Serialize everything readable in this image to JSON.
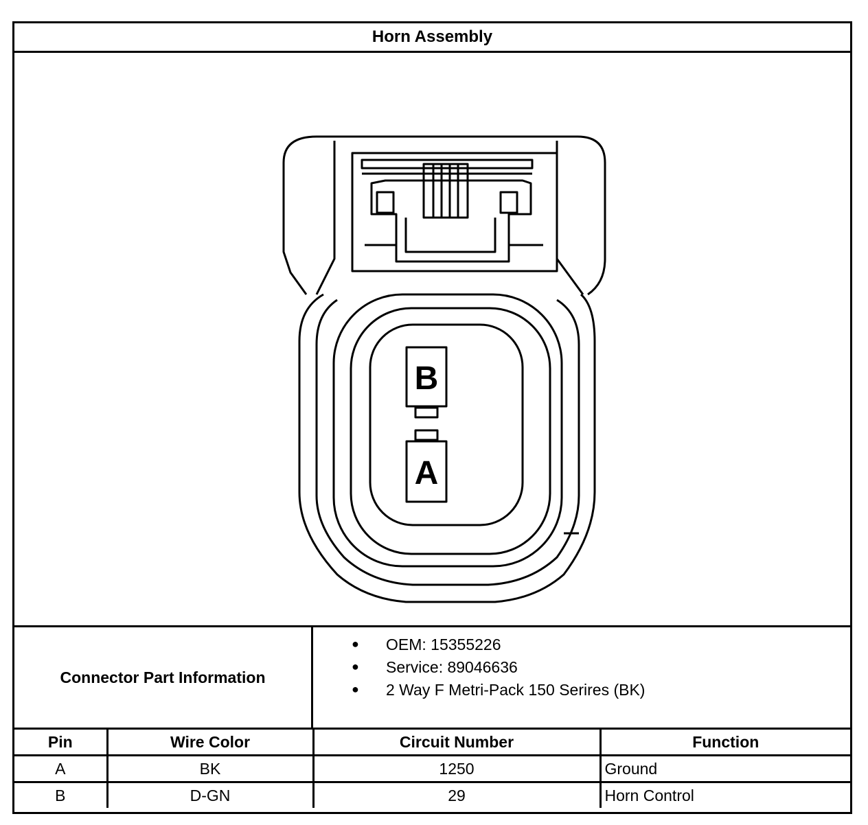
{
  "title": "Horn Assembly",
  "connector_info": {
    "label": "Connector Part Information",
    "items": [
      "OEM: 15355226",
      "Service: 89046636",
      "2 Way F Metri-Pack 150 Serires (BK)"
    ]
  },
  "diagram": {
    "terminal_b": "B",
    "terminal_a": "A"
  },
  "pin_table": {
    "headers": [
      "Pin",
      "Wire Color",
      "Circuit Number",
      "Function"
    ],
    "rows": [
      [
        "A",
        "BK",
        "1250",
        "Ground"
      ],
      [
        "B",
        "D-GN",
        "29",
        "Horn Control"
      ]
    ]
  }
}
